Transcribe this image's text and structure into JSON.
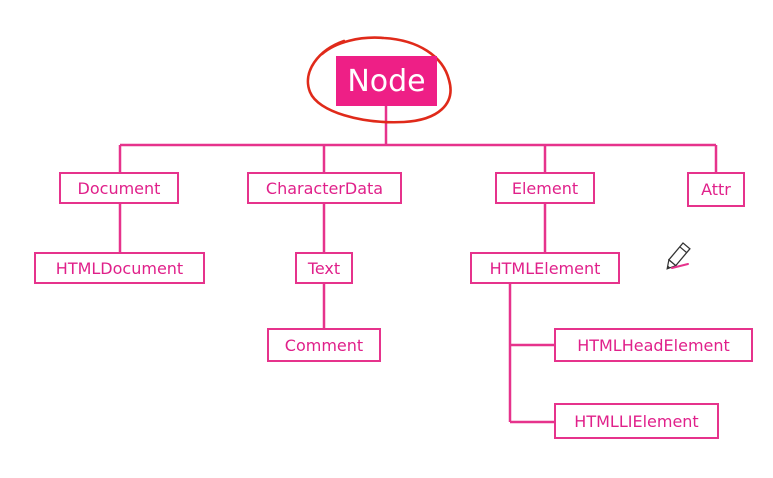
{
  "diagram": {
    "nodes": {
      "node": "Node",
      "document": "Document",
      "character_data": "CharacterData",
      "element": "Element",
      "attr": "Attr",
      "html_document": "HTMLDocument",
      "text": "Text",
      "comment": "Comment",
      "html_element": "HTMLElement",
      "html_head_element": "HTMLHeadElement",
      "html_li_element": "HTMLLIElement"
    }
  },
  "colors": {
    "accent": "#ee1f86",
    "line": "#e6338c",
    "text": "#e0208a",
    "annotation": "#e02a1a"
  },
  "annotations": {
    "root_highlight": "red-hand-drawn-circle",
    "cursor": "pencil-cursor-icon"
  }
}
